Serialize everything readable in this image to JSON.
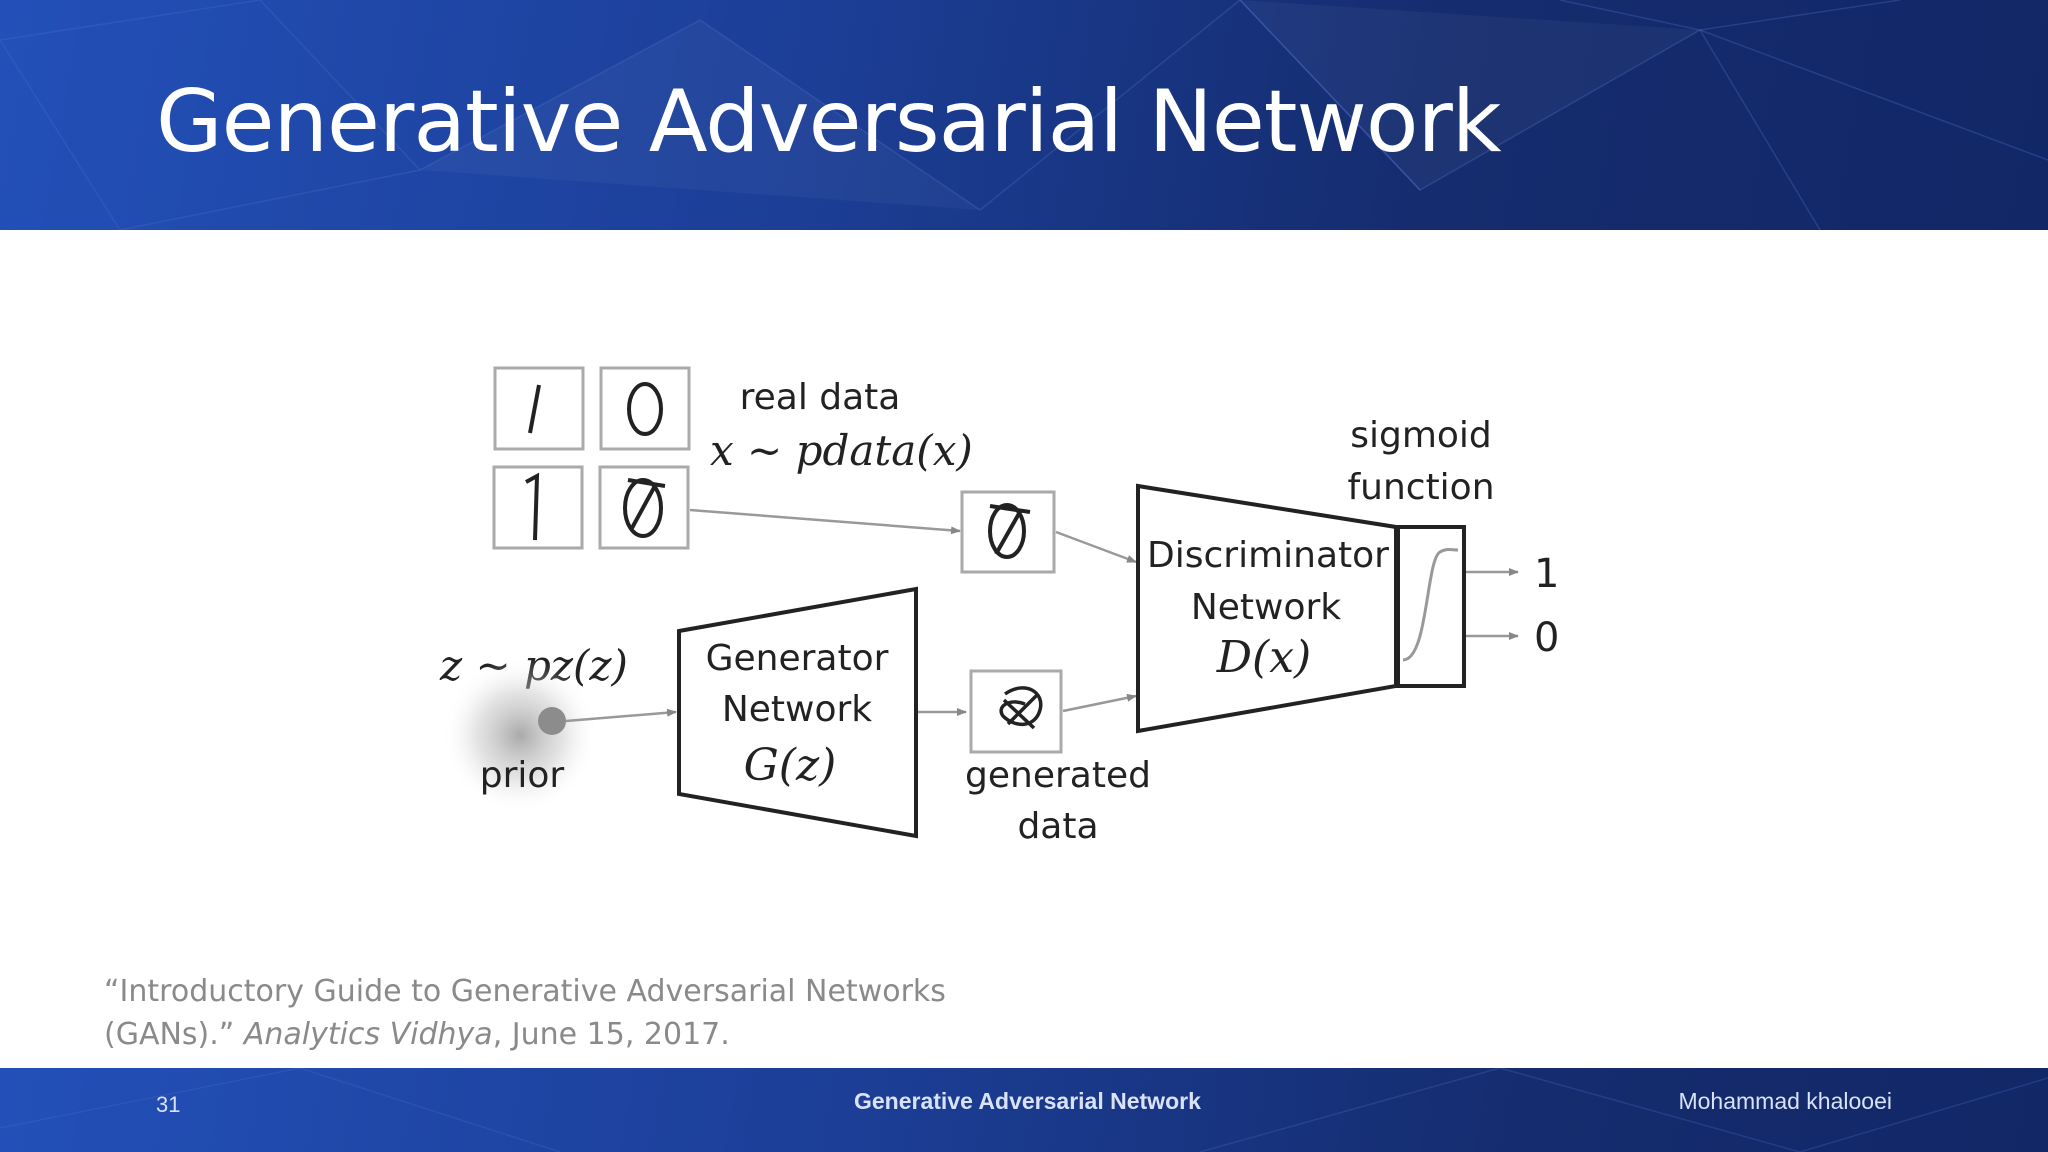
{
  "slide": {
    "title": "Generative Adversarial Network",
    "page_number": "31",
    "footer_title": "Generative Adversarial Network",
    "author": "Mohammad khalooei"
  },
  "diagram": {
    "real_data_label": "real data",
    "real_data_formula": "x ~ pdata(x)",
    "prior_formula": "z ~ pz(z)",
    "prior_label": "prior",
    "generator_line1": "Generator",
    "generator_line2": "Network",
    "generator_formula": "G(z)",
    "generated_line1": "generated",
    "generated_line2": "data",
    "discriminator_line1": "Discriminator",
    "discriminator_line2": "Network",
    "discriminator_formula": "D(x)",
    "sigmoid_line1": "sigmoid",
    "sigmoid_line2": "function",
    "output_1": "1",
    "output_0": "0"
  },
  "citation": {
    "text": "“Introductory Guide to Generative Adversarial Networks (GANs).”",
    "source": "Analytics Vidhya",
    "date": ", June 15, 2017."
  },
  "colors": {
    "header_blue": "#1c3f98",
    "header_dark": "#122766"
  }
}
